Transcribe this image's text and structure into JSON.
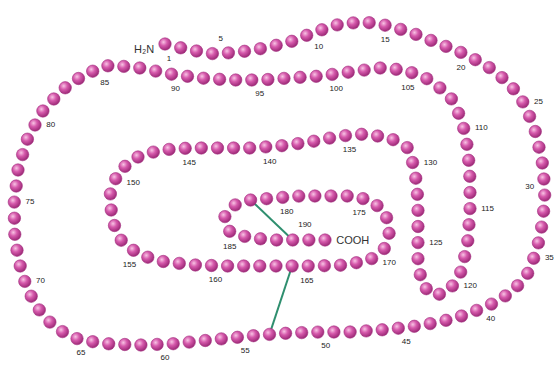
{
  "diagram": {
    "labels": [
      "H₂N",
      "1",
      "5",
      "10",
      "15",
      "20",
      "25",
      "30",
      "35",
      "40",
      "45",
      "50",
      "55",
      "60",
      "65",
      "70",
      "75",
      "80",
      "85",
      "90",
      "95",
      "100",
      "105",
      "110",
      "115",
      "120",
      "125",
      "130",
      "135",
      "140",
      "145",
      "150",
      "155",
      "160",
      "165",
      "170",
      "175",
      "180",
      "185",
      "190",
      "COOH"
    ]
  }
}
